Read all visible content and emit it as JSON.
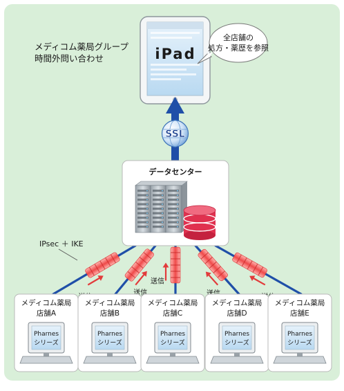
{
  "title_lines": [
    "メディコム薬局グループ",
    "時間外問い合わせ"
  ],
  "ipad": {
    "label": "iPad",
    "bubble_lines": [
      "全店舗の",
      "処方・薬歴を参照"
    ]
  },
  "ssl_label": "SSL",
  "datacenter_label": "データセンター",
  "vpn_label": "IPsec ＋ IKE",
  "send_label": "送信",
  "stores": [
    {
      "name": "メディコム薬局",
      "branch": "店舗A",
      "screen_lines": [
        "Pharnes",
        "シリーズ"
      ]
    },
    {
      "name": "メディコム薬局",
      "branch": "店舗B",
      "screen_lines": [
        "Pharnes",
        "シリーズ"
      ]
    },
    {
      "name": "メディコム薬局",
      "branch": "店舗C",
      "screen_lines": [
        "Pharnes",
        "シリーズ"
      ]
    },
    {
      "name": "メディコム薬局",
      "branch": "店舗D",
      "screen_lines": [
        "Pharnes",
        "シリーズ"
      ]
    },
    {
      "name": "メディコム薬局",
      "branch": "店舗E",
      "screen_lines": [
        "Pharnes",
        "シリーズ"
      ]
    }
  ],
  "colors": {
    "background": "#d9efd9",
    "link": "#1f4fa8",
    "tunnel": "#ef4a4a",
    "arrow": "#e23b3b",
    "database": "#e0314f"
  }
}
